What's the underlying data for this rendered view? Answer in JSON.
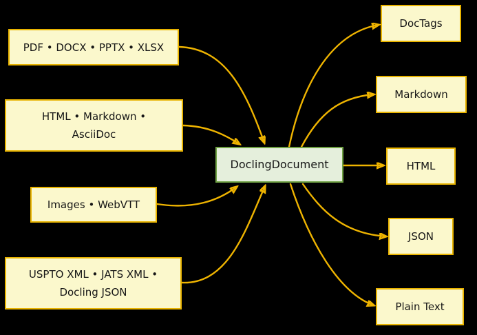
{
  "diagram": {
    "center": {
      "label": "DoclingDocument"
    },
    "inputs": [
      {
        "id": "pdf-docx-pptx-xlsx",
        "lines": [
          "PDF • DOCX • PPTX • XLSX"
        ]
      },
      {
        "id": "html-markdown-asciidoc",
        "lines": [
          "HTML • Markdown •",
          "AsciiDoc"
        ]
      },
      {
        "id": "images-webvtt",
        "lines": [
          "Images • WebVTT"
        ]
      },
      {
        "id": "uspto-jats-docling",
        "lines": [
          "USPTO XML • JATS XML •",
          "Docling JSON"
        ]
      }
    ],
    "outputs": [
      {
        "id": "doctags",
        "label": "DocTags"
      },
      {
        "id": "markdown",
        "label": "Markdown"
      },
      {
        "id": "html",
        "label": "HTML"
      },
      {
        "id": "json",
        "label": "JSON"
      },
      {
        "id": "plain-text",
        "label": "Plain Text"
      }
    ],
    "edges": [
      {
        "from": "pdf-docx-pptx-xlsx",
        "to": "DoclingDocument"
      },
      {
        "from": "html-markdown-asciidoc",
        "to": "DoclingDocument"
      },
      {
        "from": "images-webvtt",
        "to": "DoclingDocument"
      },
      {
        "from": "uspto-jats-docling",
        "to": "DoclingDocument"
      },
      {
        "from": "DoclingDocument",
        "to": "doctags"
      },
      {
        "from": "DoclingDocument",
        "to": "markdown"
      },
      {
        "from": "DoclingDocument",
        "to": "html"
      },
      {
        "from": "DoclingDocument",
        "to": "json"
      },
      {
        "from": "DoclingDocument",
        "to": "plain-text"
      }
    ]
  },
  "colors": {
    "background": "#000000",
    "box_fill": "#FBF8CC",
    "box_border": "#E9B400",
    "arrow": "#EFB400",
    "center_fill": "#E5EFDC",
    "center_border": "#70A244",
    "text": "#161616"
  }
}
